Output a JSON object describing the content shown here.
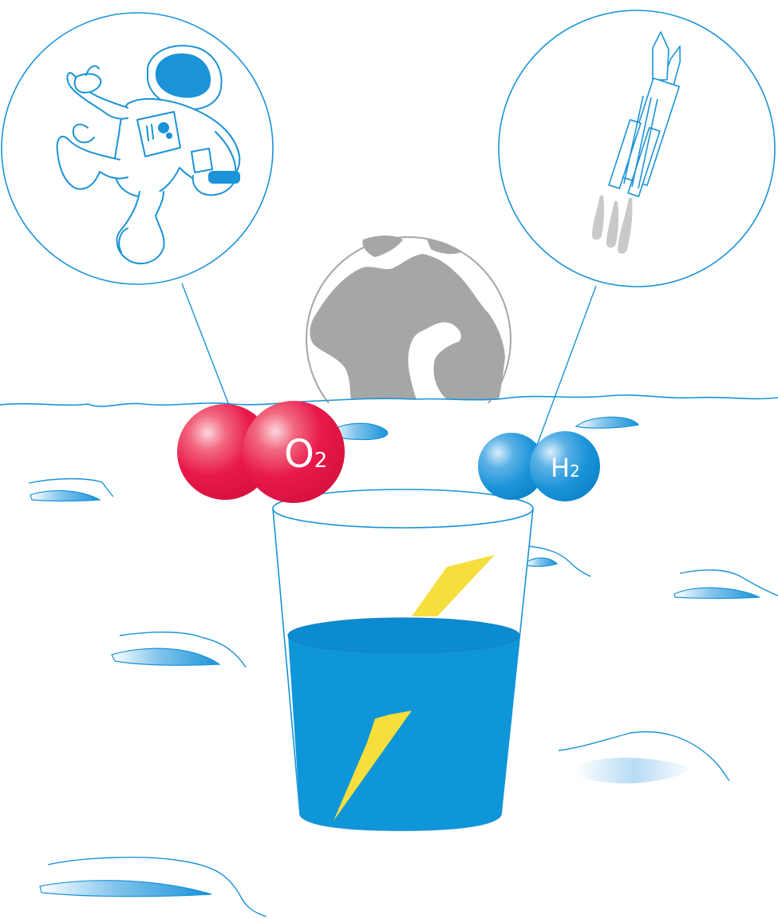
{
  "oxygen_molecule": {
    "formula": "O",
    "subscript": "2",
    "color": "#e8194a"
  },
  "hydrogen_molecule": {
    "formula": "H",
    "subscript": "2",
    "color": "#1a93d8"
  },
  "water_color": "#0f96d8",
  "bolt_color": "#f6de3c",
  "line_color": "#1a93d8",
  "earth_color": "#a5a6a6",
  "left_callout": {
    "icon": "astronaut-icon"
  },
  "right_callout": {
    "icon": "rocket-icon"
  }
}
